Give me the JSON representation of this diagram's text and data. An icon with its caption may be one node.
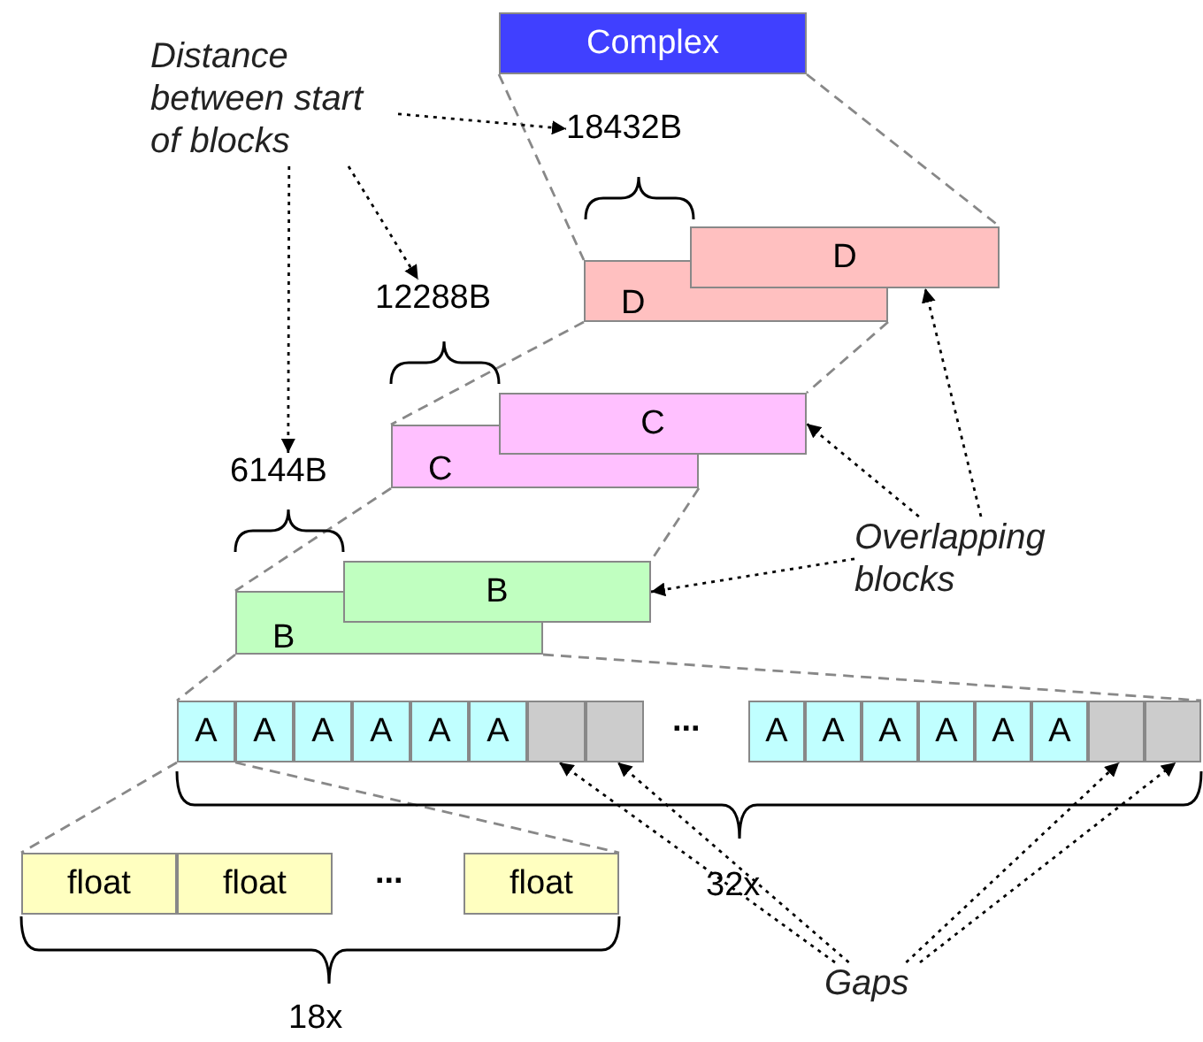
{
  "diagram": {
    "nodes": [
      {
        "text": [
          "Complex"
        ]
      },
      {
        "text": [
          "D"
        ]
      },
      {
        "text": [
          "D"
        ]
      },
      {
        "text": [
          "C"
        ]
      },
      {
        "text": [
          "C"
        ]
      },
      {
        "text": [
          "B"
        ]
      },
      {
        "text": [
          "B"
        ]
      },
      {
        "text": [
          "A"
        ]
      },
      {
        "text": [
          "A"
        ]
      },
      {
        "text": [
          "A"
        ]
      },
      {
        "text": [
          "A"
        ]
      },
      {
        "text": [
          "A"
        ]
      },
      {
        "text": [
          "A"
        ]
      },
      {
        "text": [],
        "shape": "box"
      },
      {
        "text": [],
        "shape": "box"
      },
      {
        "text": [
          "A"
        ]
      },
      {
        "text": [
          "A"
        ]
      },
      {
        "text": [
          "A"
        ]
      },
      {
        "text": [
          "A"
        ]
      },
      {
        "text": [
          "A"
        ]
      },
      {
        "text": [
          "A"
        ]
      },
      {
        "text": [],
        "shape": "box"
      },
      {
        "text": [],
        "shape": "box"
      },
      {
        "text": [
          "float"
        ]
      },
      {
        "text": [
          "float"
        ]
      },
      {
        "text": [
          "float"
        ]
      },
      {
        "text": [
          "Distance between start of blocks"
        ]
      },
      {
        "text": [
          "18432B"
        ]
      },
      {
        "text": [
          "12288B"
        ]
      },
      {
        "text": [
          "6144B"
        ]
      },
      {
        "text": [
          "Overlapping blocks"
        ]
      },
      {
        "text": [
          "Gaps"
        ]
      }
    ],
    "edges": [
      {
        "from": 0,
        "to": 1,
        "arrow": "none",
        "style": "dashed",
        "color": "#888888"
      },
      {
        "from": 0,
        "to": 2,
        "arrow": "none",
        "style": "dashed",
        "color": "#888888"
      },
      {
        "from": 1,
        "to": 3,
        "arrow": "none",
        "style": "dashed",
        "color": "#888888"
      },
      {
        "from": 1,
        "to": 4,
        "arrow": "none",
        "style": "dashed",
        "color": "#888888"
      },
      {
        "from": 3,
        "to": 5,
        "arrow": "none",
        "style": "dashed",
        "color": "#888888"
      },
      {
        "from": 3,
        "to": 6,
        "arrow": "none",
        "style": "dashed",
        "color": "#888888"
      },
      {
        "from": 5,
        "to": 7,
        "arrow": "none",
        "style": "dashed",
        "color": "#888888"
      },
      {
        "from": 5,
        "to": 22,
        "arrow": "none",
        "style": "dashed",
        "color": "#888888"
      },
      {
        "from": 7,
        "to": 23,
        "arrow": "none",
        "style": "dashed",
        "color": "#888888"
      },
      {
        "from": 7,
        "to": 25,
        "arrow": "none",
        "style": "dashed",
        "color": "#888888"
      },
      {
        "from": 26,
        "to": 27,
        "arrow": "to",
        "color": "#000000"
      },
      {
        "from": 26,
        "to": 28,
        "arrow": "to",
        "color": "#000000"
      },
      {
        "from": 26,
        "to": 29,
        "arrow": "to",
        "color": "#000000"
      },
      {
        "from": 30,
        "to": 2,
        "arrow": "to",
        "color": "#000000"
      },
      {
        "from": 30,
        "to": 4,
        "arrow": "to",
        "color": "#000000"
      },
      {
        "from": 30,
        "to": 6,
        "arrow": "to",
        "color": "#000000"
      },
      {
        "from": 31,
        "to": 13,
        "arrow": "to",
        "color": "#000000"
      },
      {
        "from": 31,
        "to": 14,
        "arrow": "to",
        "color": "#000000"
      },
      {
        "from": 31,
        "to": 21,
        "arrow": "to",
        "color": "#000000"
      },
      {
        "from": 31,
        "to": 22,
        "arrow": "to",
        "color": "#000000"
      }
    ],
    "labels": [
      "...",
      "...",
      "32x",
      "18x"
    ]
  }
}
